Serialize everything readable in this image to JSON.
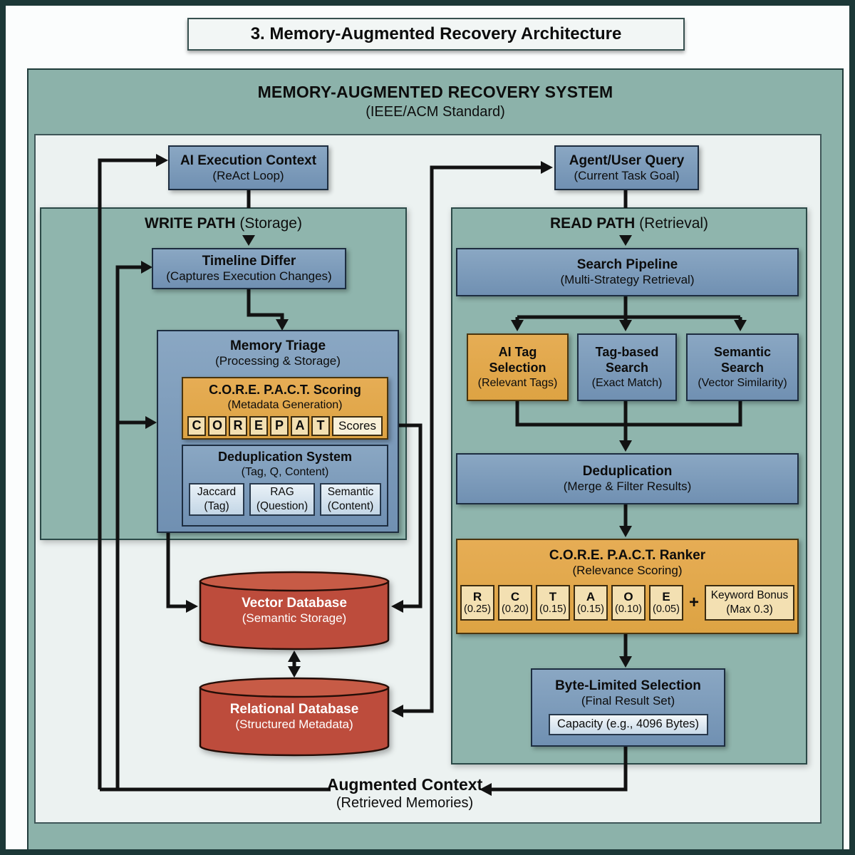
{
  "page": {
    "title": "3. Memory-Augmented Recovery Architecture"
  },
  "system": {
    "title": "MEMORY-AUGMENTED RECOVERY SYSTEM",
    "subtitle": "(IEEE/ACM Standard)"
  },
  "colors": {
    "page_border": "#1c3837",
    "container_teal": "#8cb2aa",
    "panel_teal": "#8fb5ad",
    "panel_light": "#ecf2f1",
    "box_blue": "#7e9cba",
    "box_orange": "#e2a84e",
    "db_red": "#bf4e3e",
    "sub_blue": "#cfdfeb",
    "tile_cream": "#f3e0b2",
    "line": "#121212"
  },
  "write_path": {
    "title": "WRITE PATH",
    "qualifier": " (Storage)",
    "ai_exec": {
      "title": "AI Execution Context",
      "subtitle": "(ReAct Loop)"
    },
    "timeline": {
      "title": "Timeline Differ",
      "subtitle": "(Captures Execution Changes)"
    },
    "triage": {
      "title": "Memory Triage",
      "subtitle": "(Processing & Storage)"
    },
    "scoring": {
      "title": "C.O.R.E. P.A.C.T. Scoring",
      "subtitle": "(Metadata Generation)",
      "tiles": [
        "C",
        "O",
        "R",
        "E",
        "P",
        "A",
        "T"
      ],
      "scores_label": "Scores"
    },
    "dedup": {
      "title": "Deduplication System",
      "subtitle": "(Tag, Q, Content)",
      "methods": [
        {
          "name": "Jaccard",
          "scope": "(Tag)"
        },
        {
          "name": "RAG",
          "scope": "(Question)"
        },
        {
          "name": "Semantic",
          "scope": "(Content)"
        }
      ]
    }
  },
  "read_path": {
    "title": "READ PATH",
    "qualifier": " (Retrieval)",
    "query": {
      "title": "Agent/User Query",
      "subtitle": "(Current Task Goal)"
    },
    "pipeline": {
      "title": "Search Pipeline",
      "subtitle": "(Multi-Strategy Retrieval)"
    },
    "strategies": [
      {
        "line1": "AI Tag",
        "line2": "Selection",
        "subtitle": "(Relevant Tags)"
      },
      {
        "line1": "Tag-based",
        "line2": "Search",
        "subtitle": "(Exact Match)"
      },
      {
        "line1": "Semantic",
        "line2": "Search",
        "subtitle": "(Vector Similarity)"
      }
    ],
    "dedup": {
      "title": "Deduplication",
      "subtitle": "(Merge & Filter Results)"
    },
    "ranker": {
      "title": "C.O.R.E. P.A.C.T. Ranker",
      "subtitle": "(Relevance Scoring)",
      "weights": [
        {
          "letter": "R",
          "value": "(0.25)"
        },
        {
          "letter": "C",
          "value": "(0.20)"
        },
        {
          "letter": "T",
          "value": "(0.15)"
        },
        {
          "letter": "A",
          "value": "(0.15)"
        },
        {
          "letter": "O",
          "value": "(0.10)"
        },
        {
          "letter": "E",
          "value": "(0.05)"
        }
      ],
      "plus": "+",
      "bonus": {
        "title": "Keyword Bonus",
        "subtitle": "(Max 0.3)"
      }
    },
    "byte_limit": {
      "title": "Byte-Limited Selection",
      "subtitle": "(Final Result Set)",
      "capacity": "Capacity (e.g., 4096 Bytes)"
    }
  },
  "storage": {
    "vector_db": {
      "title": "Vector Database",
      "subtitle": "(Semantic Storage)"
    },
    "relational_db": {
      "title": "Relational Database",
      "subtitle": "(Structured Metadata)"
    }
  },
  "feedback": {
    "title": "Augmented Context",
    "subtitle": "(Retrieved Memories)"
  }
}
